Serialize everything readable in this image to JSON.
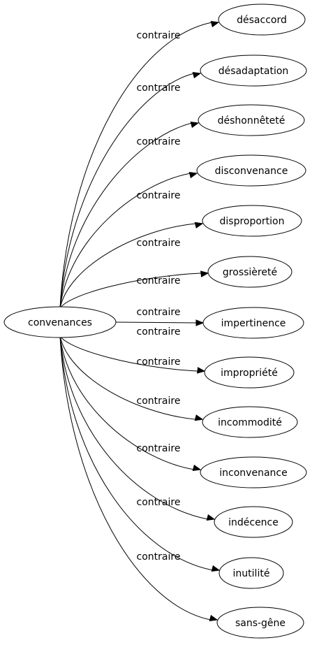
{
  "diagram": {
    "source": {
      "label": "convenances"
    },
    "targets": [
      {
        "label": "désaccord",
        "relation": "contraire"
      },
      {
        "label": "désadaptation",
        "relation": "contraire"
      },
      {
        "label": "déshonnêteté",
        "relation": "contraire"
      },
      {
        "label": "disconvenance",
        "relation": "contraire"
      },
      {
        "label": "disproportion",
        "relation": "contraire"
      },
      {
        "label": "grossièreté",
        "relation": "contraire"
      },
      {
        "label": "impertinence",
        "relation": "contraire"
      },
      {
        "label": "impropriété",
        "relation": "contraire"
      },
      {
        "label": "incommodité",
        "relation": "contraire"
      },
      {
        "label": "inconvenance",
        "relation": "contraire"
      },
      {
        "label": "indécence",
        "relation": "contraire"
      },
      {
        "label": "inutilité",
        "relation": "contraire"
      },
      {
        "label": "sans-gêne",
        "relation": "contraire"
      }
    ]
  }
}
